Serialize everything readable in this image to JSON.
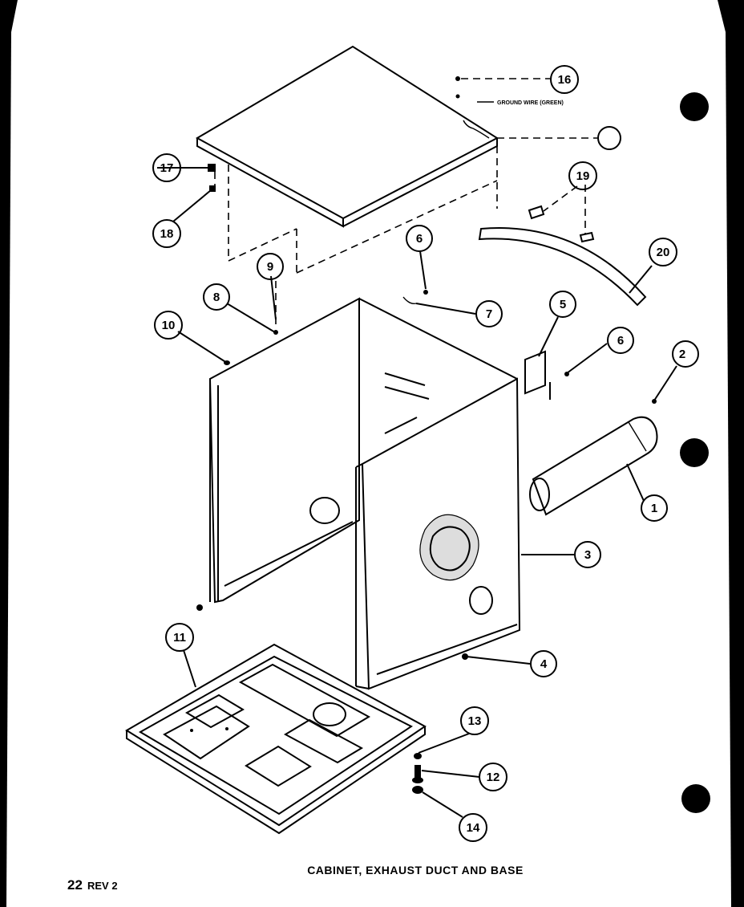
{
  "title": "CABINET, EXHAUST DUCT AND BASE",
  "page_ref": "22",
  "revision": "REV 2",
  "ground_wire_note": "GROUND WIRE (GREEN)",
  "callouts": [
    {
      "id": "c1",
      "label": "1"
    },
    {
      "id": "c2",
      "label": "2"
    },
    {
      "id": "c3",
      "label": "3"
    },
    {
      "id": "c4",
      "label": "4"
    },
    {
      "id": "c5",
      "label": "5"
    },
    {
      "id": "c6a",
      "label": "6"
    },
    {
      "id": "c6b",
      "label": "6"
    },
    {
      "id": "c7",
      "label": "7"
    },
    {
      "id": "c8",
      "label": "8"
    },
    {
      "id": "c9",
      "label": "9"
    },
    {
      "id": "c10",
      "label": "10"
    },
    {
      "id": "c11",
      "label": "11"
    },
    {
      "id": "c12",
      "label": "12"
    },
    {
      "id": "c13",
      "label": "13"
    },
    {
      "id": "c14",
      "label": "14"
    },
    {
      "id": "c16",
      "label": "16"
    },
    {
      "id": "c17",
      "label": "17"
    },
    {
      "id": "c18",
      "label": "18"
    },
    {
      "id": "c19",
      "label": "19"
    },
    {
      "id": "c20",
      "label": "20"
    }
  ],
  "colors": {
    "paper": "#ffffff",
    "ink": "#000000",
    "scan_border": "#000000"
  }
}
